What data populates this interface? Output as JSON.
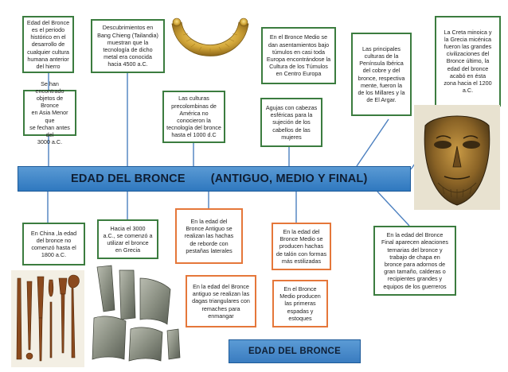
{
  "banner": {
    "title": "EDAD DEL BRONCE",
    "subtitle": "(ANTIGUO, MEDIO Y FINAL)"
  },
  "footer": {
    "label": "EDAD DEL BRONCE"
  },
  "colors": {
    "green_border": "#3b7c3f",
    "orange_border": "#e5773a",
    "banner_blue": "#2f78bf",
    "connector": "#4b7fbf"
  },
  "boxes": {
    "edad_periodo": "Edad del Bronce\nes el periodo\nhistórico en el\ndesarrollo de\ncualquier cultura\nhumana anterior\ndel hierro",
    "asia_menor": "Se han encontrado\nobjetos de Bronce\nen Asia Menor que\nse fechan antes del\n3000 a.C.",
    "bang_chieng": "Descubrimientos en\nBang Chieng (Tailandia)\nmuestran que la\ntecnología de dicho\nmetal era conocida\nhacia 4500 a.C.",
    "precolombinas": "Las culturas\nprecolombinas de\nAmérica no\nconocieron la\ntecnología del bronce\nhasta el 1000 d.C",
    "bronce_medio_tumulos": "En el Bronce Medio se\ndan asentamientos bajo\ntúmulos en casi toda\nEuropa encontrándose la\nCultura de los Túmulos\nen Centro Europa",
    "agujas": "Agujas con cabezas\nesféricas para la\nsujeción de los\ncabellos de las\nmujeres",
    "peninsula_iberica": "Las principales\nculturas de la\nPenínsula Ibérica\ndel cobre y del\nbronce, respectiva\nmente, fueron la\nde los Millares y la\nde El Argar.",
    "creta": "La Creta minoica y\nla Grecia micénica\nfueron las grandes\ncivilizaciones del\nBronce último, la\nedad del bronce\nacabó en ésta\nzona hacia el 1200\na.C.",
    "china": "En China ,la edad\ndel bronce no\ncomenzó hasta el\n1800 a.C.",
    "grecia": "Hacia el 3000\na.C., se comenzó a\nutilizar el bronce\nen Grecia",
    "antiguo_hachas": "En la edad del\nBronce Antiguo se\nrealizan las hachas\nde reborde con\npestañas laterales",
    "antiguo_dagas": "En la edad del Bronce\nantiguo se realizan las\ndagas triangulares con\nremaches para\nenmangar",
    "medio_hachas": "En la edad del\nBronce Medio se\nproducen hachas\nde talón con formas\nmás estilizadas",
    "medio_espadas": "En el Bronce\nMedio producen\nlas primeras\nespadas y\nestoques",
    "final_aleaciones": "En la edad del Bronce\nFinal aparecen aleaciones\nternarias del bronce y\ntrabajo de chapa en\nbronce para adornos de\ngran tamaño, calderas o\nrecipientes grandes y\nequipos de los guerreros"
  }
}
